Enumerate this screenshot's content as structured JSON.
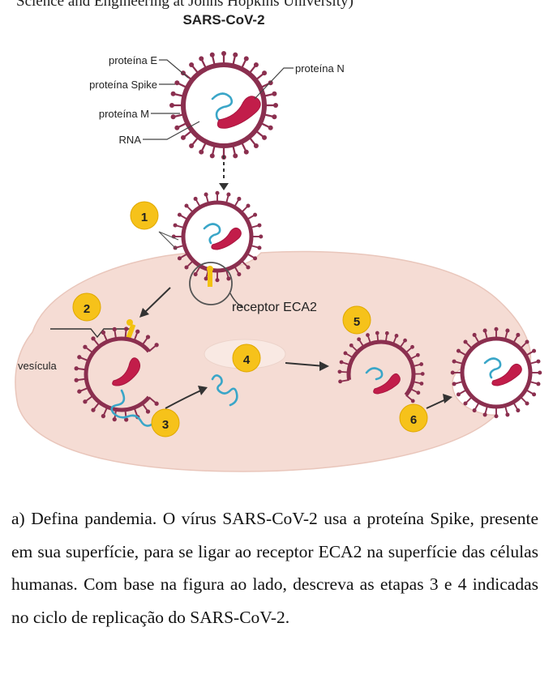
{
  "header_fragment": "Science and Engineering at Johns Hopkins University)",
  "diagram": {
    "title": "SARS-CoV-2",
    "labels": {
      "protein_e": "proteína E",
      "protein_spike": "proteína Spike",
      "protein_m": "proteína M",
      "rna": "RNA",
      "protein_n": "proteína N",
      "receptor": "receptor ECA2",
      "vesicle": "vesícula"
    },
    "steps": [
      "1",
      "2",
      "3",
      "4",
      "5",
      "6"
    ],
    "colors": {
      "membrane_spike": "#8b2f4f",
      "nucleocapsid": "#c21d4a",
      "rna": "#3aa6c8",
      "cell": "#f5dcd4",
      "cell_edge": "#e9c6bb",
      "step_badge": "#f6c21a",
      "receptor": "#f2c20f"
    }
  },
  "question": {
    "text": "a) Defina pandemia. O vírus SARS-CoV-2 usa a proteína Spike, presente em sua superfície, para se ligar ao receptor ECA2 na superfície das células humanas. Com base na figura ao lado, descreva as etapas 3 e 4 indicadas no ciclo de replicação do SARS-CoV-2."
  }
}
